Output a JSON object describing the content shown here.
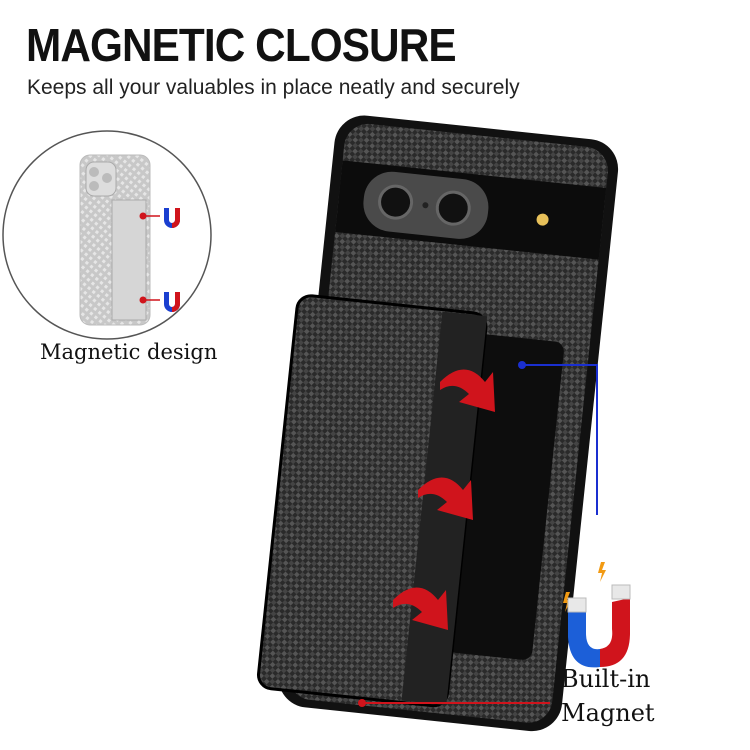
{
  "header": {
    "title": "MAGNETIC CLOSURE",
    "subtitle": "Keeps all your valuables in place neatly and securely"
  },
  "callouts": {
    "magnetic_design": "Magnetic design",
    "built_in_line1": "Built-in",
    "built_in_line2": "Magnet"
  },
  "colors": {
    "arrow_red": "#d0141c",
    "leader_blue": "#1a2fd0",
    "case_black": "#1c1c1c"
  }
}
